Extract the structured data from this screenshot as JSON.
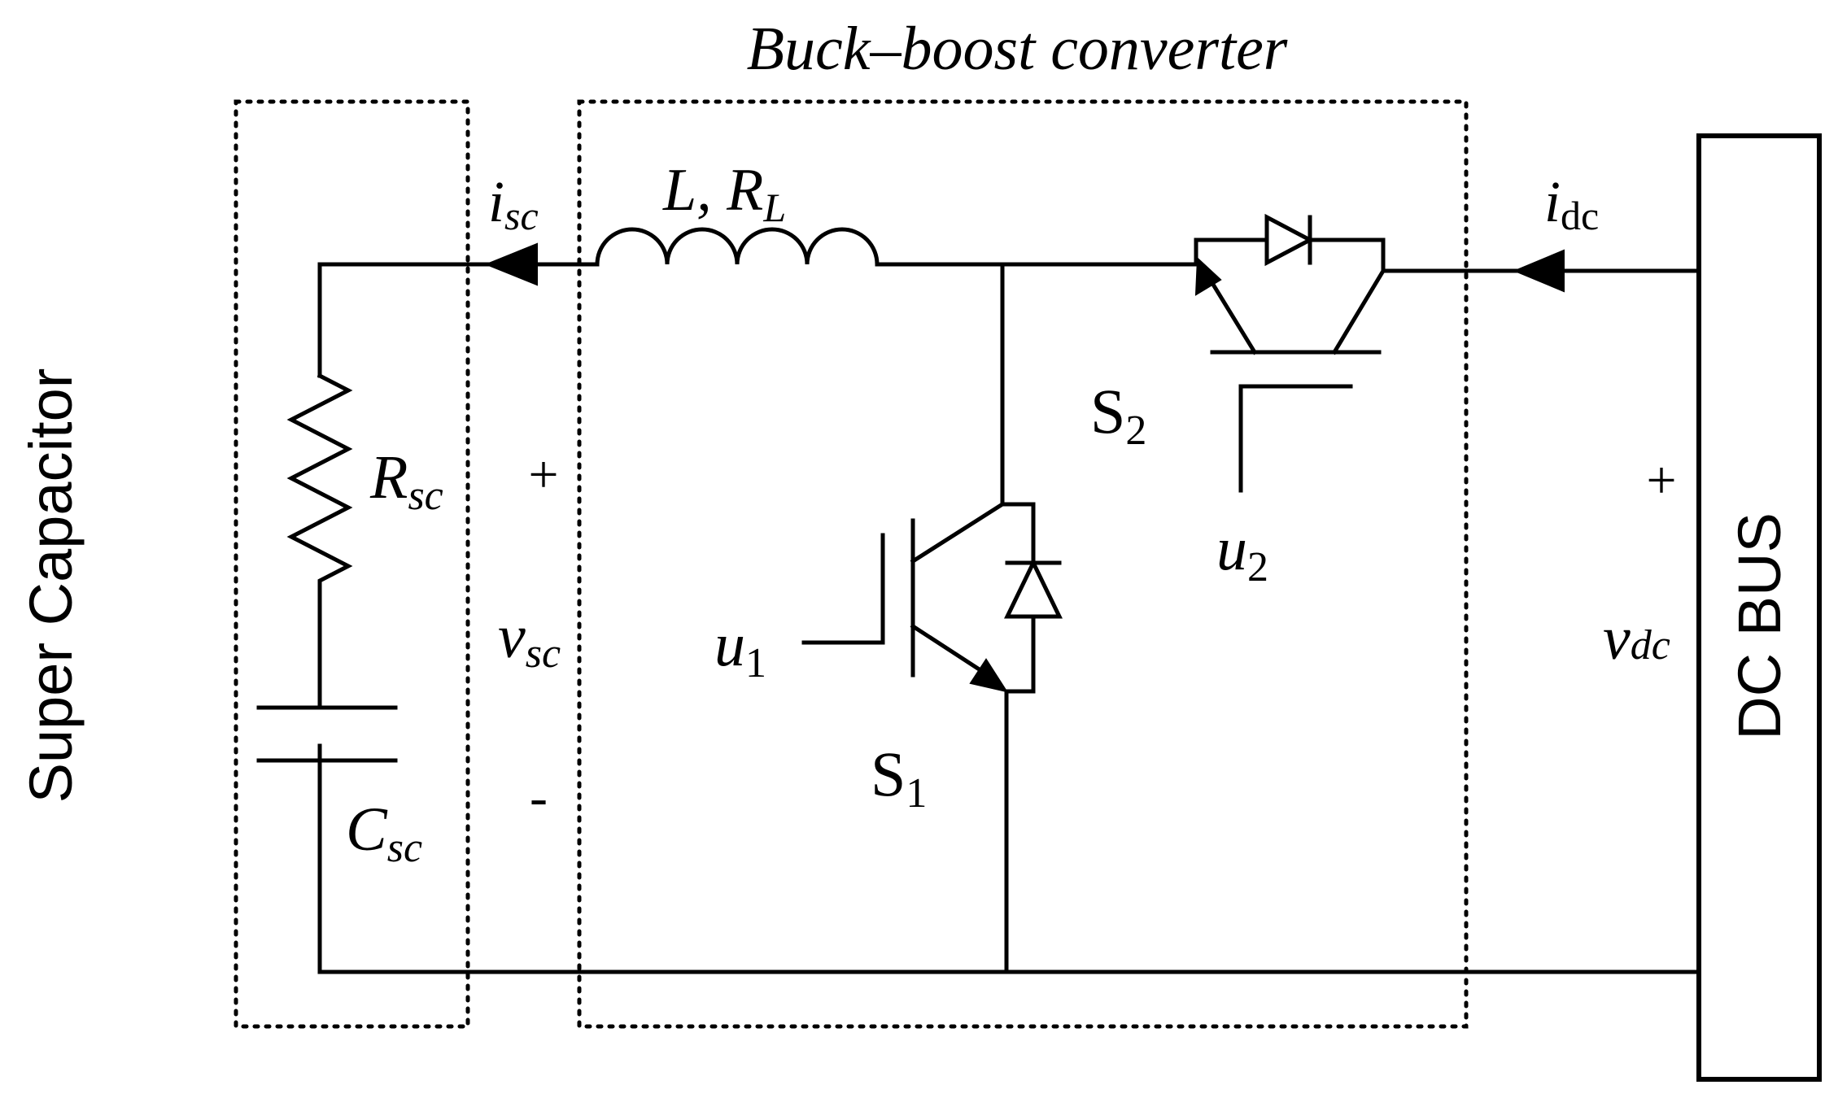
{
  "title": "Buck–boost converter",
  "side_label": "Super Capacitor",
  "bus_label": "DC BUS",
  "inductor": {
    "main": "L, R",
    "sub": "L"
  },
  "resistor": {
    "main": "R",
    "sub": "sc"
  },
  "capacitor": {
    "main": "C",
    "sub": "sc"
  },
  "current_sc": {
    "main": "i",
    "sub": "sc"
  },
  "current_dc": {
    "main": "i",
    "sub": "dc"
  },
  "voltage_sc": {
    "main": "v",
    "sub": "sc",
    "plus": "+",
    "minus": "-"
  },
  "voltage_dc": {
    "main": "v",
    "sub": "dc",
    "plus": "+"
  },
  "switch1": {
    "main": "S",
    "sub": "1"
  },
  "switch2": {
    "main": "S",
    "sub": "2"
  },
  "control1": {
    "main": "u",
    "sub": "1"
  },
  "control2": {
    "main": "u",
    "sub": "2"
  }
}
